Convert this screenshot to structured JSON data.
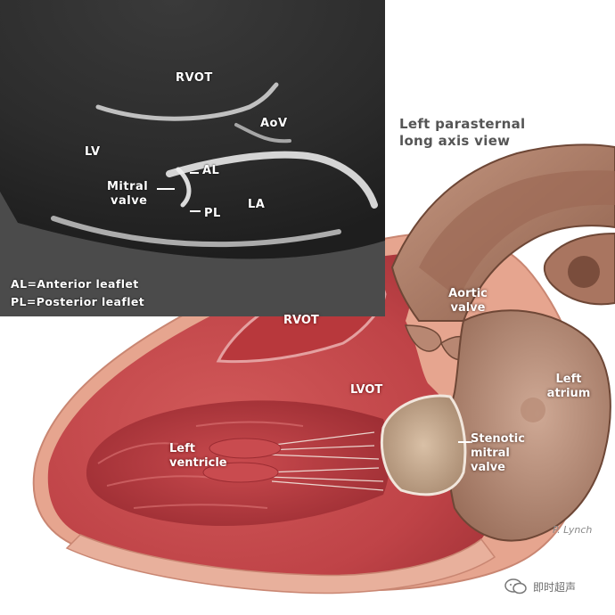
{
  "echo": {
    "labels": {
      "rvot": "RVOT",
      "aov": "AoV",
      "lv": "LV",
      "al": "AL",
      "mitral_valve": [
        "Mitral",
        "valve"
      ],
      "pl": "PL",
      "la": "LA"
    },
    "legend": [
      "AL=Anterior leaflet",
      "PL=Posterior leaflet"
    ]
  },
  "title": [
    "Left parasternal",
    "long axis view"
  ],
  "heart": {
    "labels": {
      "aortic_valve": [
        "Aortic",
        "valve"
      ],
      "rvot": "RVOT",
      "left_atrium": [
        "Left",
        "atrium"
      ],
      "lvot": "LVOT",
      "stenotic_mitral_valve": [
        "Stenotic",
        "mitral",
        "valve"
      ],
      "left_ventricle": [
        "Left",
        "ventricle"
      ]
    }
  },
  "signature": "P. Lynch",
  "watermark": "即时超声",
  "colors": {
    "myocardium": "#c0474a",
    "endocardium": "#b8383c",
    "outer_tissue": "#e8a894",
    "aorta": "#a87a64",
    "echo_bg": "#4a4a4a"
  }
}
